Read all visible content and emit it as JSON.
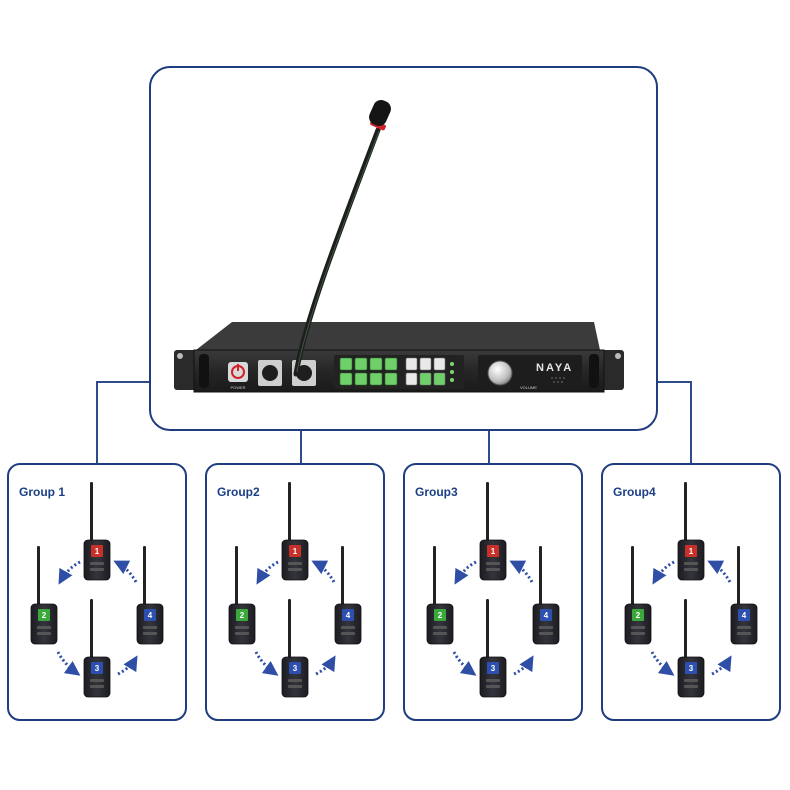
{
  "colors": {
    "frame": "#1f3d7f",
    "connector": "#2c4c8c",
    "arrow": "#2f4ea6",
    "rack": "#2b2b2b",
    "rack_dark": "#1a1a1a",
    "key_green": "#6fd06a",
    "key_white": "#e9e9e9",
    "led_green": "#7dd66e",
    "mic_ring": "#d0202a",
    "screen_red": "#c8302a",
    "screen_green": "#3aa83a",
    "screen_blue": "#2c4fb0"
  },
  "base_station": {
    "logo": "NAYA",
    "power_label": "POWER",
    "volume_label": "VOLUME"
  },
  "groups": [
    {
      "label": "Group 1"
    },
    {
      "label": "Group2"
    },
    {
      "label": "Group3"
    },
    {
      "label": "Group4"
    }
  ],
  "beltpack_numbers": [
    "1",
    "2",
    "3",
    "4"
  ],
  "icons": {
    "power": "power-icon",
    "microphone": "gooseneck-microphone-icon",
    "xlr": "xlr-connector-icon",
    "knob": "volume-knob-icon",
    "beltpack": "beltpack-radio-icon",
    "arrow": "curved-dotted-arrow-icon"
  }
}
